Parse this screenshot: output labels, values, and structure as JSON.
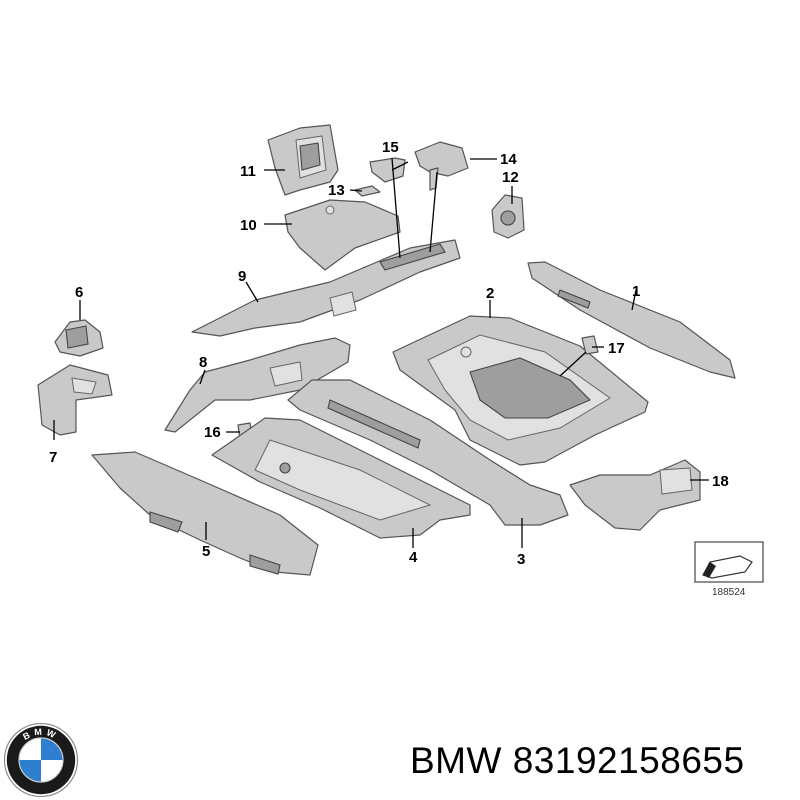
{
  "diagram": {
    "callouts": [
      "1",
      "2",
      "3",
      "4",
      "5",
      "6",
      "7",
      "8",
      "9",
      "10",
      "11",
      "12",
      "13",
      "14",
      "15",
      "16",
      "17",
      "18"
    ],
    "reference_number": "188524"
  },
  "footer": {
    "brand": "BMW",
    "part_number": "83192158655",
    "logo_letters": "BMW"
  },
  "colors": {
    "part_fill": "#c9c9c9",
    "part_outline": "#555555",
    "logo_blue": "#2f7fd0",
    "logo_ring": "#1a1a1a"
  }
}
